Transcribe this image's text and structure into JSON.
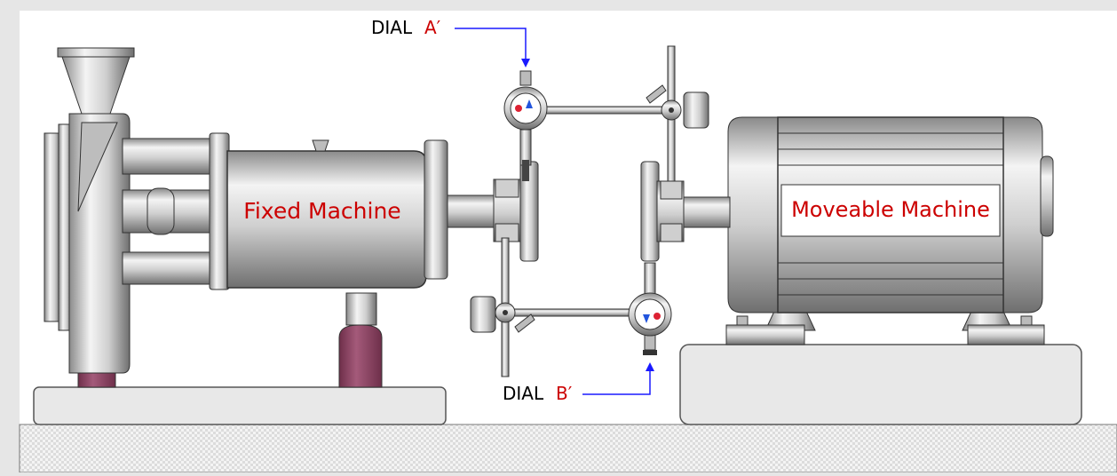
{
  "labels": {
    "fixed_machine": "Fixed Machine",
    "moveable_machine": "Moveable Machine",
    "dial_a_prefix": "DIAL",
    "dial_a_letter": "A′",
    "dial_b_prefix": "DIAL",
    "dial_b_letter": "B′"
  },
  "colors": {
    "background": "#e6e6e6",
    "panel": "#ffffff",
    "label_red": "#cc0000",
    "arrow_blue": "#1a1aff",
    "support": "#9b4d6e",
    "base": "#e8e8e8"
  }
}
